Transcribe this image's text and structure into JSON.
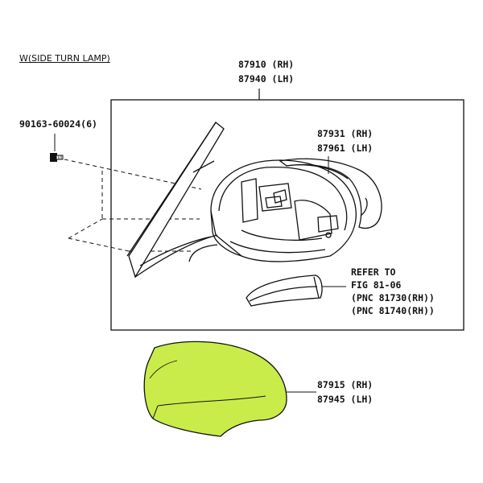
{
  "variant_note": "W(SIDE TURN LAMP)",
  "mirror_assembly": {
    "part_rh": "87910 (RH)",
    "part_lh": "87940 (LH)"
  },
  "screw": {
    "part": "90163-60024(6)"
  },
  "cover_assembly": {
    "part_rh": "87931 (RH)",
    "part_lh": "87961 (LH)"
  },
  "refer": {
    "line1": "REFER TO",
    "line2": "FIG 81-06",
    "line3": "(PNC 81730(RH))",
    "line4": "(PNC 81740(RH))"
  },
  "outer_cover": {
    "part_rh": "87915 (RH)",
    "part_lh": "87945 (LH)"
  },
  "colors": {
    "outer_cover_fill": "#c9ec4a",
    "line": "#111111"
  }
}
